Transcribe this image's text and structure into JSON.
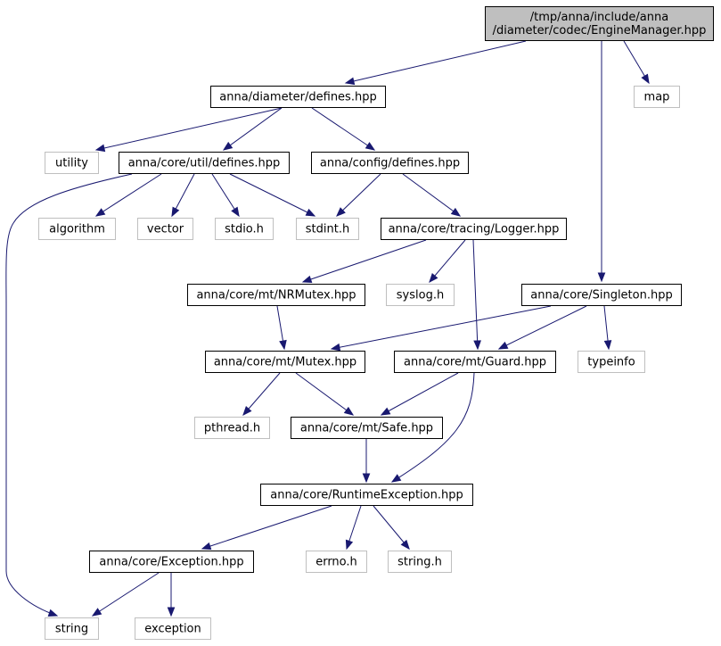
{
  "colors": {
    "edge": "#191970",
    "root_fill": "#bfbfbf",
    "internal_border": "#000000",
    "external_border": "#bfbfbf",
    "text": "#000000"
  },
  "nodes": [
    {
      "id": "engine_manager",
      "kind": "root",
      "lines": [
        "/tmp/anna/include/anna",
        "/diameter/codec/EngineManager.hpp"
      ]
    },
    {
      "id": "diameter_defines",
      "kind": "internal",
      "lines": [
        "anna/diameter/defines.hpp"
      ]
    },
    {
      "id": "map",
      "kind": "external",
      "lines": [
        "map"
      ]
    },
    {
      "id": "utility",
      "kind": "external",
      "lines": [
        "utility"
      ]
    },
    {
      "id": "util_defines",
      "kind": "internal",
      "lines": [
        "anna/core/util/defines.hpp"
      ]
    },
    {
      "id": "config_defines",
      "kind": "internal",
      "lines": [
        "anna/config/defines.hpp"
      ]
    },
    {
      "id": "algorithm",
      "kind": "external",
      "lines": [
        "algorithm"
      ]
    },
    {
      "id": "vector",
      "kind": "external",
      "lines": [
        "vector"
      ]
    },
    {
      "id": "stdio_h",
      "kind": "external",
      "lines": [
        "stdio.h"
      ]
    },
    {
      "id": "stdint_h",
      "kind": "external",
      "lines": [
        "stdint.h"
      ]
    },
    {
      "id": "logger",
      "kind": "internal",
      "lines": [
        "anna/core/tracing/Logger.hpp"
      ]
    },
    {
      "id": "nrmutex",
      "kind": "internal",
      "lines": [
        "anna/core/mt/NRMutex.hpp"
      ]
    },
    {
      "id": "syslog_h",
      "kind": "external",
      "lines": [
        "syslog.h"
      ]
    },
    {
      "id": "singleton",
      "kind": "internal",
      "lines": [
        "anna/core/Singleton.hpp"
      ]
    },
    {
      "id": "mutex",
      "kind": "internal",
      "lines": [
        "anna/core/mt/Mutex.hpp"
      ]
    },
    {
      "id": "guard",
      "kind": "internal",
      "lines": [
        "anna/core/mt/Guard.hpp"
      ]
    },
    {
      "id": "typeinfo",
      "kind": "external",
      "lines": [
        "typeinfo"
      ]
    },
    {
      "id": "pthread_h",
      "kind": "external",
      "lines": [
        "pthread.h"
      ]
    },
    {
      "id": "safe",
      "kind": "internal",
      "lines": [
        "anna/core/mt/Safe.hpp"
      ]
    },
    {
      "id": "runtime_exception",
      "kind": "internal",
      "lines": [
        "anna/core/RuntimeException.hpp"
      ]
    },
    {
      "id": "exception_hpp",
      "kind": "internal",
      "lines": [
        "anna/core/Exception.hpp"
      ]
    },
    {
      "id": "errno_h",
      "kind": "external",
      "lines": [
        "errno.h"
      ]
    },
    {
      "id": "string_h",
      "kind": "external",
      "lines": [
        "string.h"
      ]
    },
    {
      "id": "string",
      "kind": "external",
      "lines": [
        "string"
      ]
    },
    {
      "id": "exception",
      "kind": "external",
      "lines": [
        "exception"
      ]
    }
  ],
  "edges": [
    {
      "from": "engine_manager",
      "to": "diameter_defines"
    },
    {
      "from": "engine_manager",
      "to": "map"
    },
    {
      "from": "engine_manager",
      "to": "singleton"
    },
    {
      "from": "diameter_defines",
      "to": "utility"
    },
    {
      "from": "diameter_defines",
      "to": "util_defines"
    },
    {
      "from": "diameter_defines",
      "to": "config_defines"
    },
    {
      "from": "util_defines",
      "to": "string"
    },
    {
      "from": "util_defines",
      "to": "algorithm"
    },
    {
      "from": "util_defines",
      "to": "vector"
    },
    {
      "from": "util_defines",
      "to": "stdio_h"
    },
    {
      "from": "util_defines",
      "to": "stdint_h"
    },
    {
      "from": "config_defines",
      "to": "stdint_h"
    },
    {
      "from": "config_defines",
      "to": "logger"
    },
    {
      "from": "logger",
      "to": "nrmutex"
    },
    {
      "from": "logger",
      "to": "syslog_h"
    },
    {
      "from": "logger",
      "to": "guard"
    },
    {
      "from": "nrmutex",
      "to": "mutex"
    },
    {
      "from": "singleton",
      "to": "mutex"
    },
    {
      "from": "singleton",
      "to": "guard"
    },
    {
      "from": "singleton",
      "to": "typeinfo"
    },
    {
      "from": "mutex",
      "to": "pthread_h"
    },
    {
      "from": "mutex",
      "to": "safe"
    },
    {
      "from": "guard",
      "to": "safe"
    },
    {
      "from": "guard",
      "to": "runtime_exception"
    },
    {
      "from": "safe",
      "to": "runtime_exception"
    },
    {
      "from": "runtime_exception",
      "to": "exception_hpp"
    },
    {
      "from": "runtime_exception",
      "to": "errno_h"
    },
    {
      "from": "runtime_exception",
      "to": "string_h"
    },
    {
      "from": "exception_hpp",
      "to": "string"
    },
    {
      "from": "exception_hpp",
      "to": "exception"
    }
  ]
}
